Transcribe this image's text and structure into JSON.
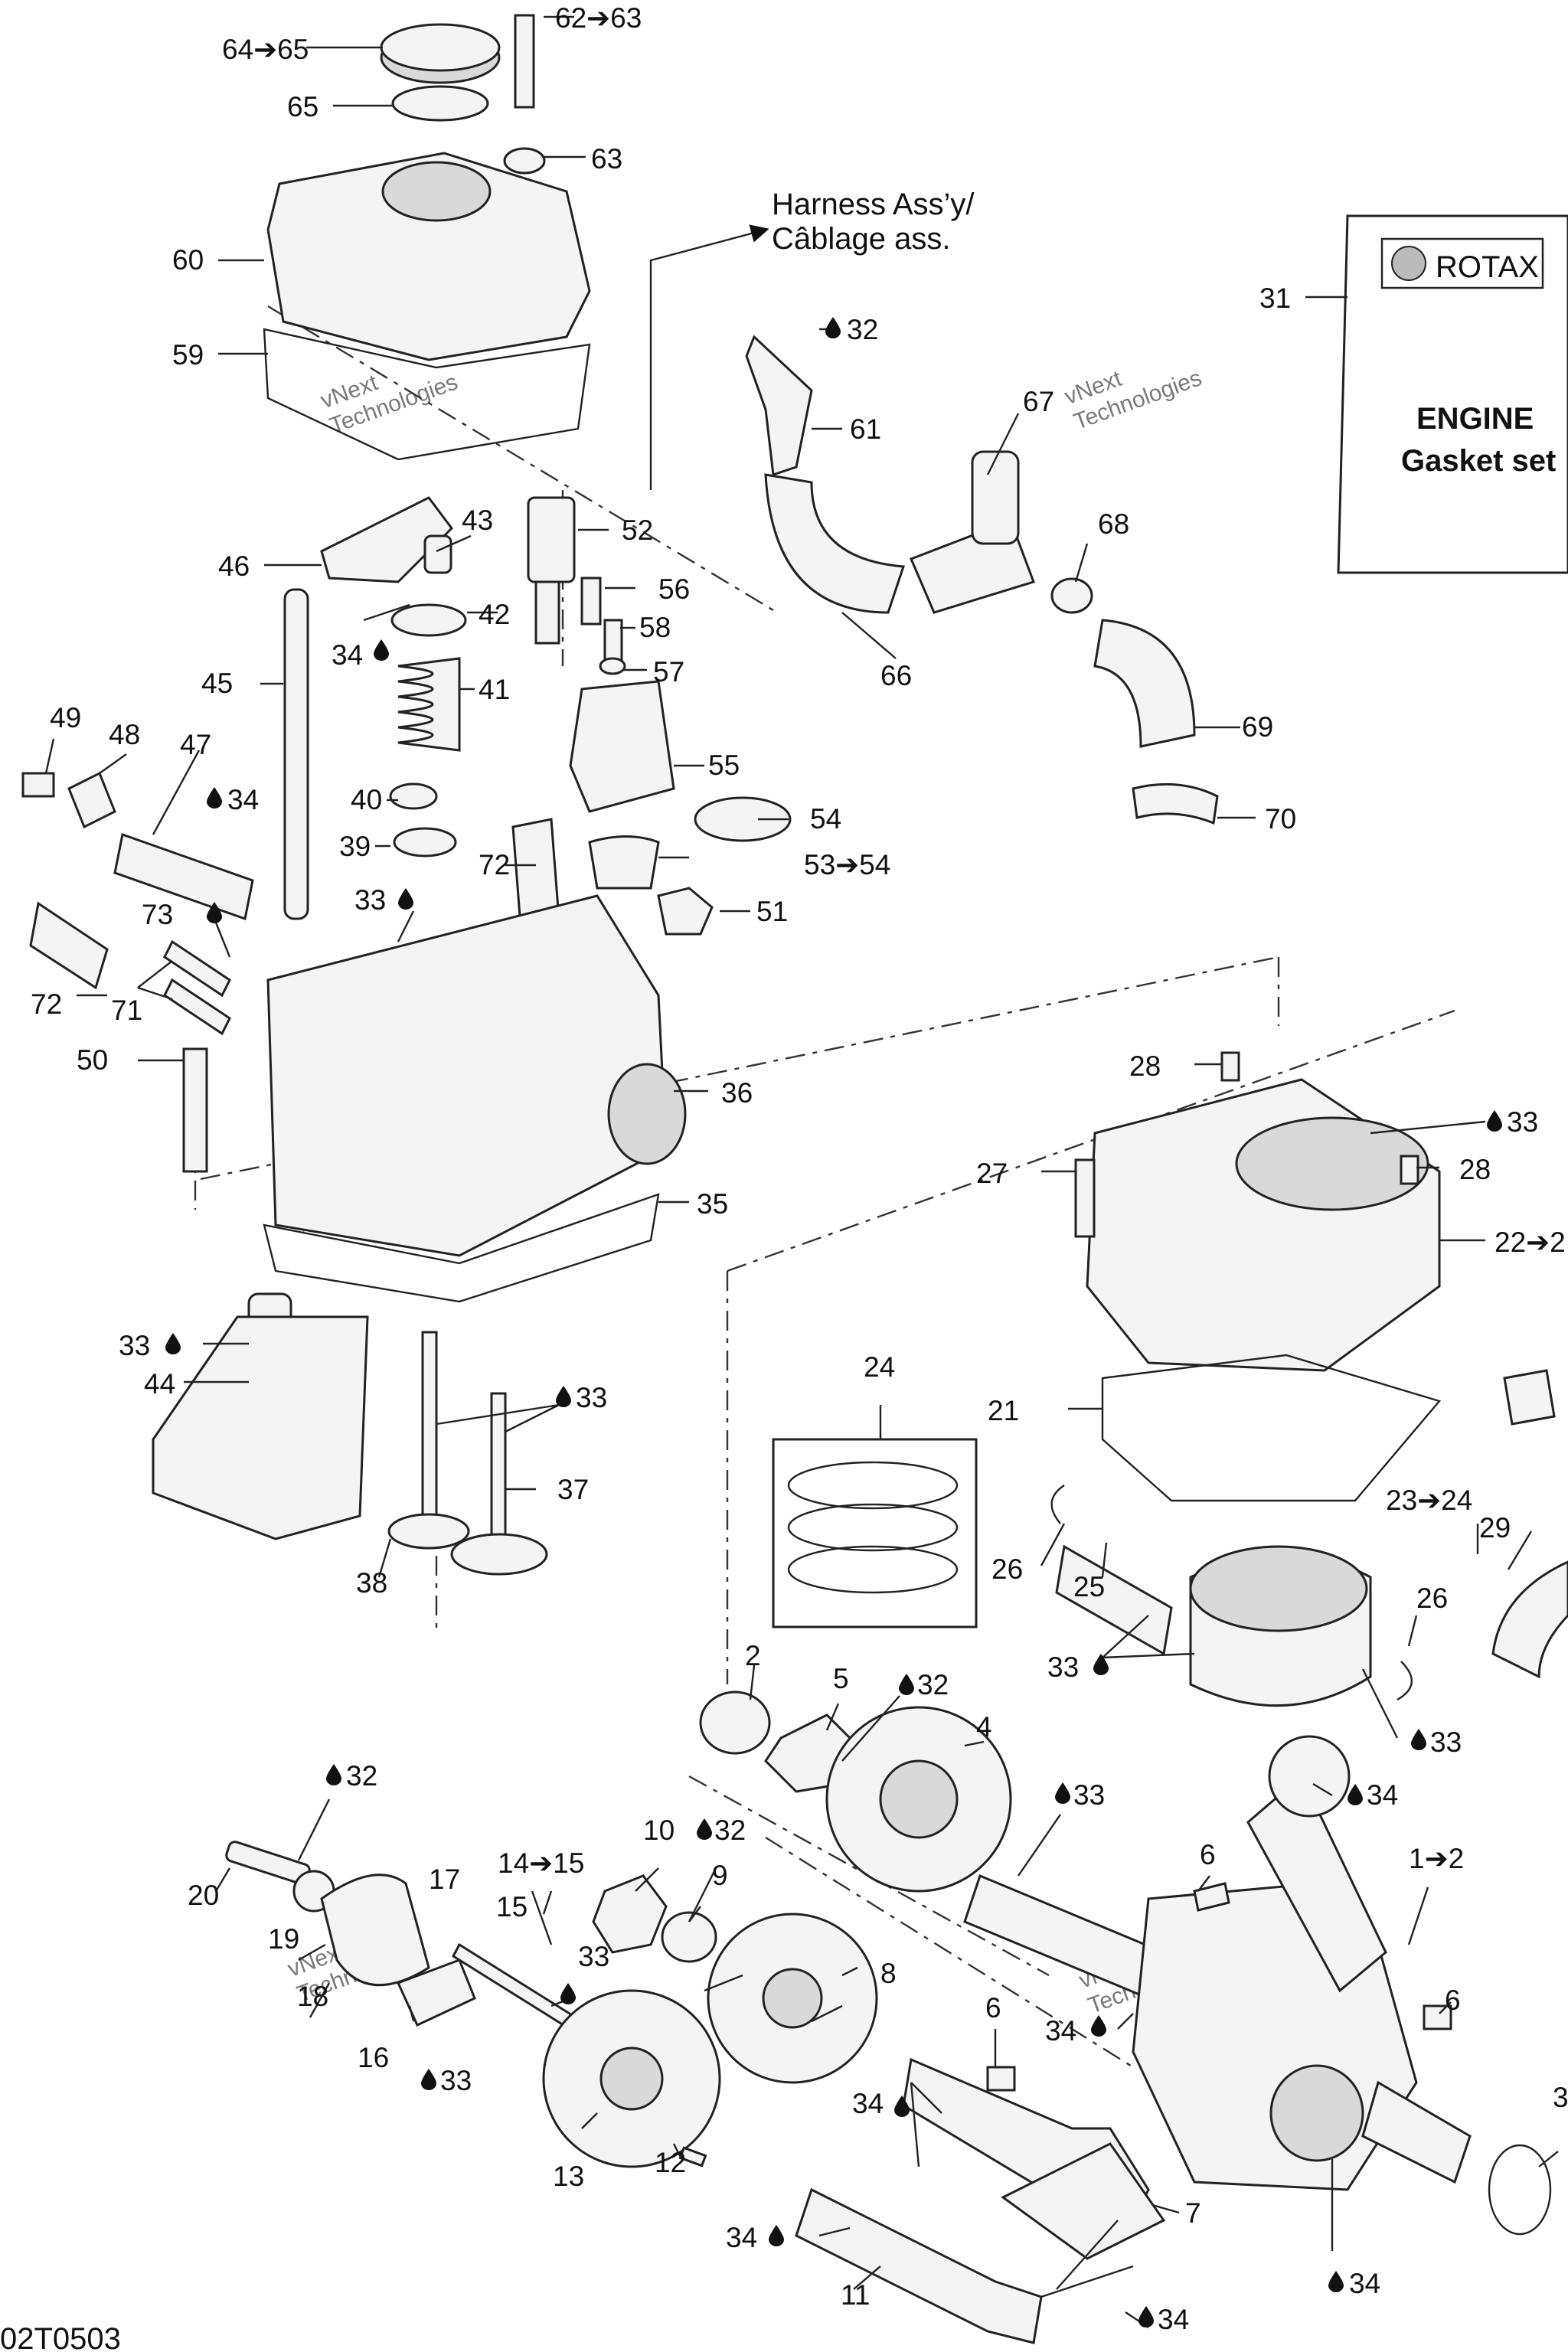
{
  "harness_note": [
    "Harness Ass’y/",
    "Câblage ass."
  ],
  "gasket_set": {
    "brand": "ROTAX",
    "title": "ENGINE",
    "subtitle": "Gasket set"
  },
  "drawing_code": "02T0503",
  "watermark": [
    "vNext",
    "Technologies"
  ],
  "callouts": {
    "c_64_65": "64➔65",
    "c_62_63": "62➔63",
    "c_65": "65",
    "c_63": "63",
    "c_60": "60",
    "c_59": "59",
    "c_31": "31",
    "c_32a": "32",
    "c_61": "61",
    "c_67": "67",
    "c_68": "68",
    "c_66": "66",
    "c_69": "69",
    "c_70": "70",
    "c_52": "52",
    "c_43": "43",
    "c_46": "46",
    "c_56": "56",
    "c_42": "42",
    "c_58": "58",
    "c_34a": "34",
    "c_57": "57",
    "c_45": "45",
    "c_41": "41",
    "c_55": "55",
    "c_49": "49",
    "c_48": "48",
    "c_47": "47",
    "c_34b": "34",
    "c_40": "40",
    "c_54": "54",
    "c_39": "39",
    "c_72a": "72",
    "c_53_54": "53➔54",
    "c_33a": "33",
    "c_73": "73",
    "c_51": "51",
    "c_72b": "72",
    "c_71": "71",
    "c_50": "50",
    "c_36": "36",
    "c_28a": "28",
    "c_33b": "33",
    "c_27": "27",
    "c_28b": "28",
    "c_35": "35",
    "c_22_2": "22➔2",
    "c_33c": "33",
    "c_44": "44",
    "c_33d": "33",
    "c_24": "24",
    "c_21": "21",
    "c_37": "37",
    "c_38": "38",
    "c_23_24": "23➔24",
    "c_29": "29",
    "c_26a": "26",
    "c_25": "25",
    "c_26b": "26",
    "c_33e": "33",
    "c_33f": "33",
    "c_2": "2",
    "c_5": "5",
    "c_32b": "32",
    "c_4": "4",
    "c_32c": "32",
    "c_33g": "33",
    "c_34c": "34",
    "c_20": "20",
    "c_10": "10",
    "c_32d": "32",
    "c_17": "17",
    "c_14_15": "14➔15",
    "c_9": "9",
    "c_19": "19",
    "c_15": "15",
    "c_33h": "33",
    "c_18": "18",
    "c_8": "8",
    "c_6a": "6",
    "c_1_2": "1➔2",
    "c_16": "16",
    "c_33i": "33",
    "c_6b": "6",
    "c_34d": "34",
    "c_6c": "6",
    "c_13": "13",
    "c_34e": "34",
    "c_12": "12",
    "c_3": "3",
    "c_34f": "34",
    "c_7": "7",
    "c_34g": "34",
    "c_11": "11",
    "c_34h": "34"
  }
}
